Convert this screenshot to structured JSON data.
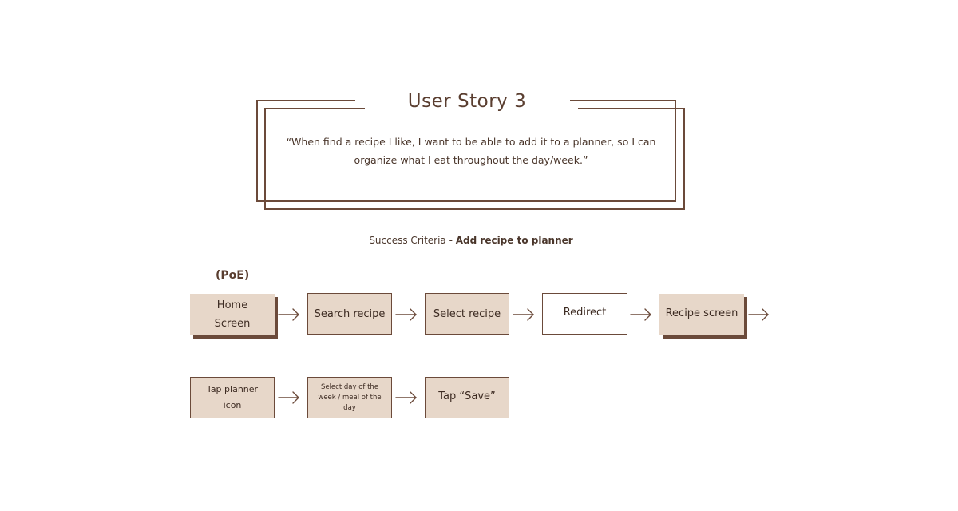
{
  "story": {
    "title": "User Story 3",
    "quote_line1": "“When find a recipe I like, I want to be able to add it to a planner, so I can",
    "quote_line2": "organize what I eat throughout the day/week.”"
  },
  "criteria": {
    "prefix": "Success Criteria - ",
    "bold": "Add recipe to planner"
  },
  "poe_label": "(PoE)",
  "flow_row1": [
    {
      "line1": "Home",
      "line2": "Screen"
    },
    {
      "label": "Search recipe"
    },
    {
      "label": "Select recipe"
    },
    {
      "label": "Redirect"
    },
    {
      "label": "Recipe screen"
    }
  ],
  "flow_row2": [
    {
      "line1": "Tap planner",
      "line2": "icon"
    },
    {
      "line1": "Select day of the",
      "line2": "week / meal of the",
      "line3": "day"
    },
    {
      "label": "Tap “Save”"
    }
  ],
  "colors": {
    "brown": "#6b4a3a",
    "beige": "#e7d7c9",
    "text": "#4a362b"
  }
}
